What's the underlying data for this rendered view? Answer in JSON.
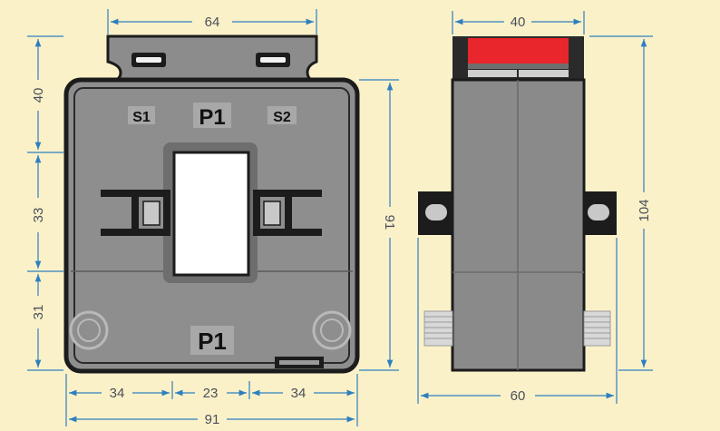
{
  "colors": {
    "background": "#fbf1c9",
    "body_gray": "#8a8a8a",
    "dark_outline": "#1f1f1f",
    "dimension_line": "#2e7fbf",
    "red_cap": "#e8262b"
  },
  "front_view": {
    "terminal_s1": "S1",
    "terminal_p1_top": "P1",
    "terminal_s2": "S2",
    "terminal_p1_bottom": "P1",
    "dim_top_width": "64",
    "dim_left_upper": "40",
    "dim_left_middle": "33",
    "dim_left_lower": "31",
    "dim_right_height": "91",
    "dim_bottom_left": "34",
    "dim_bottom_center": "23",
    "dim_bottom_right": "34",
    "dim_bottom_total": "91"
  },
  "side_view": {
    "dim_top_width": "40",
    "dim_right_height": "104",
    "dim_bottom_width": "60"
  }
}
